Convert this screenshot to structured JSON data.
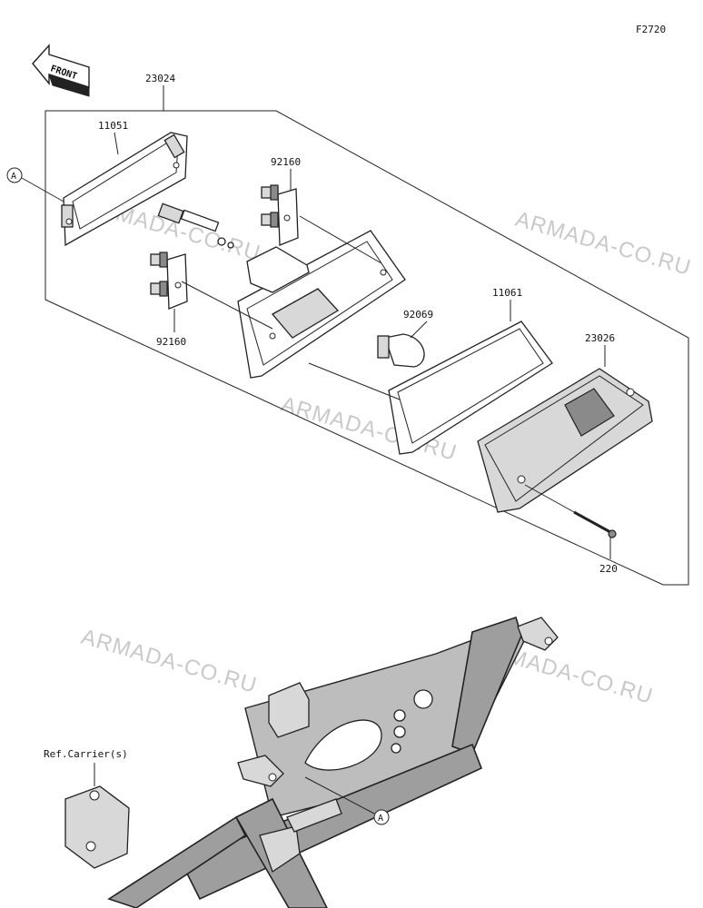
{
  "figure_code": "F2720",
  "front_label": "FRONT",
  "watermark": "ARMADA-CO.RU",
  "ref_label": "Ref.Carrier(s)",
  "marker_a": "A",
  "parts": {
    "assembly": "23024",
    "bracket": "11051",
    "socket_upper": "92160",
    "socket_lower": "92160",
    "bulb": "92069",
    "gasket": "11061",
    "lens": "23026",
    "screw": "220"
  }
}
